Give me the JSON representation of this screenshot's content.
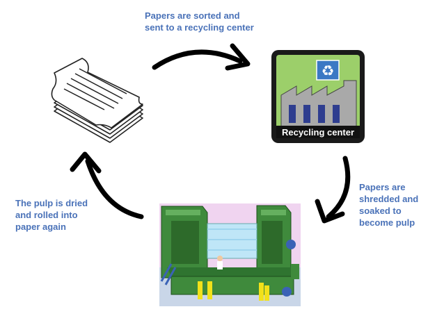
{
  "captions": {
    "sorted": [
      "Papers are sorted and",
      "sent to a recycling center"
    ],
    "shredded": [
      "Papers are",
      "shredded and",
      "soaked to",
      "become pulp"
    ],
    "dried": [
      "The pulp is dried",
      "and rolled into",
      "paper again"
    ]
  },
  "recycling_center": {
    "sign_label": "Recycling center",
    "recycle_glyph": "♻",
    "colors": {
      "frame": "#1a1a1a",
      "panel": "#9ccf6a",
      "sign": "#111111",
      "building": "#a9a9a9",
      "window": "#2e3d8f",
      "badge": "#3b78c4"
    }
  },
  "icons": [
    "paper-stack-icon",
    "recycling-center-icon",
    "paper-mill-machine-icon",
    "curved-arrow-icon"
  ]
}
